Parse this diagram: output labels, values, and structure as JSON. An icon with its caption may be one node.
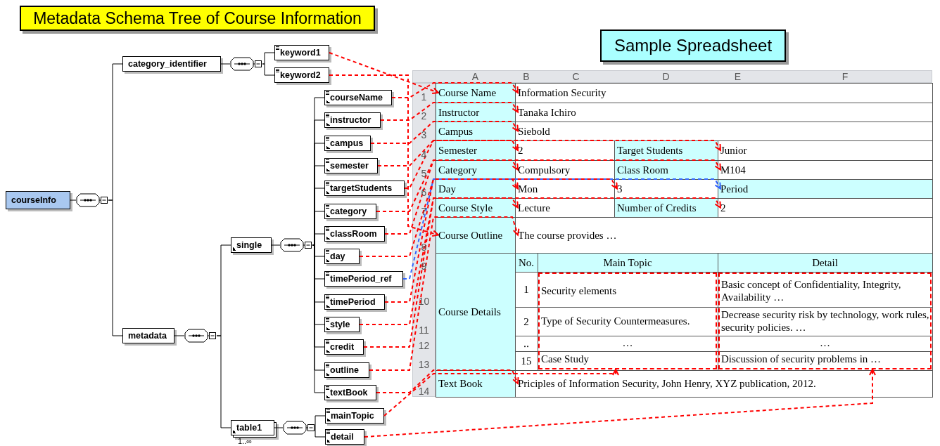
{
  "diagram": {
    "nodes": [
      {
        "text": [
          "Metadata Schema Tree of Course Information"
        ]
      },
      {
        "text": [
          "Sample Spreadsheet"
        ]
      },
      {
        "text": [
          "courseInfo"
        ]
      },
      {
        "text": [],
        "shape": "octagon"
      },
      {
        "text": [
          "category_identifier"
        ]
      },
      {
        "text": [],
        "shape": "octagon"
      },
      {
        "text": [
          "keyword1"
        ]
      },
      {
        "text": [
          "keyword2"
        ]
      },
      {
        "text": [
          "metadata"
        ]
      },
      {
        "text": [],
        "shape": "octagon"
      },
      {
        "text": [
          "single"
        ]
      },
      {
        "text": [],
        "shape": "octagon"
      },
      {
        "text": [
          "courseName"
        ]
      },
      {
        "text": [
          "instructor"
        ]
      },
      {
        "text": [
          "campus"
        ]
      },
      {
        "text": [
          "semester"
        ]
      },
      {
        "text": [
          "targetStudents"
        ]
      },
      {
        "text": [
          "category"
        ]
      },
      {
        "text": [
          "classRoom"
        ]
      },
      {
        "text": [
          "day"
        ]
      },
      {
        "text": [
          "timePeriod_ref"
        ]
      },
      {
        "text": [
          "timePeriod"
        ]
      },
      {
        "text": [
          "style"
        ]
      },
      {
        "text": [
          "credit"
        ]
      },
      {
        "text": [
          "outline"
        ]
      },
      {
        "text": [
          "textBook"
        ]
      },
      {
        "text": [
          "table1"
        ],
        "beside": [
          "1..∞"
        ]
      },
      {
        "text": [],
        "shape": "octagon"
      },
      {
        "text": [
          "mainTopic"
        ]
      },
      {
        "text": [
          "detail"
        ]
      },
      {
        "text": [
          "Course Name"
        ]
      },
      {
        "text": [
          "Information Security"
        ]
      },
      {
        "text": [
          "Instructor"
        ]
      },
      {
        "text": [
          "Tanaka Ichiro"
        ]
      },
      {
        "text": [
          "Campus"
        ]
      },
      {
        "text": [
          "Siebold"
        ]
      },
      {
        "text": [
          "Semester"
        ]
      },
      {
        "text": [
          "2"
        ]
      },
      {
        "text": [
          "Target Students"
        ]
      },
      {
        "text": [
          "Junior"
        ]
      },
      {
        "text": [
          "Category"
        ]
      },
      {
        "text": [
          "Compulsory"
        ]
      },
      {
        "text": [
          "Class Room"
        ]
      },
      {
        "text": [
          "M104"
        ]
      },
      {
        "text": [
          "Day"
        ]
      },
      {
        "text": [
          "Mon"
        ]
      },
      {
        "text": [
          "3"
        ]
      },
      {
        "text": [
          "Period"
        ]
      },
      {
        "text": [
          "Course Style"
        ]
      },
      {
        "text": [
          "Lecture"
        ]
      },
      {
        "text": [
          "Number of Credits"
        ]
      },
      {
        "text": [
          "2"
        ]
      },
      {
        "text": [
          "Course Outline"
        ]
      },
      {
        "text": [
          "The course provides …"
        ]
      },
      {
        "text": [
          "Course Details"
        ]
      },
      {
        "text": [
          "No."
        ]
      },
      {
        "text": [
          "Main Topic"
        ]
      },
      {
        "text": [
          "Detail"
        ]
      },
      {
        "text": [],
        "shape": "box"
      },
      {
        "text": [],
        "shape": "box"
      },
      {
        "text": [
          "1"
        ]
      },
      {
        "text": [
          "Security elements"
        ],
        "in": 58
      },
      {
        "text": [
          "Basic concept of Confidentiality, Integrity, Availability …"
        ],
        "in": 59
      },
      {
        "text": [
          "2"
        ]
      },
      {
        "text": [
          "Type of Security Countermeasures."
        ],
        "in": 58
      },
      {
        "text": [
          "Decrease security risk by technology, work rules, security policies. …"
        ],
        "in": 59
      },
      {
        "text": [
          "‥"
        ]
      },
      {
        "text": [
          "…"
        ],
        "in": 58
      },
      {
        "text": [
          "…"
        ],
        "in": 59
      },
      {
        "text": [
          "15"
        ]
      },
      {
        "text": [
          "Case Study"
        ],
        "in": 58
      },
      {
        "text": [
          "Discussion of security problems in …"
        ],
        "in": 59
      },
      {
        "text": [
          "Text Book"
        ]
      },
      {
        "text": [
          "Priciples of Information Security, John Henry, XYZ publication, 2012."
        ]
      }
    ],
    "edges": [
      {
        "from": 2,
        "to": 3,
        "arrow": "none"
      },
      {
        "from": 3,
        "to": 4,
        "arrow": "none"
      },
      {
        "from": 3,
        "to": 8,
        "arrow": "none"
      },
      {
        "from": 4,
        "to": 5,
        "arrow": "none"
      },
      {
        "from": 5,
        "to": 6,
        "arrow": "none"
      },
      {
        "from": 5,
        "to": 7,
        "arrow": "none"
      },
      {
        "from": 8,
        "to": 9,
        "arrow": "none"
      },
      {
        "from": 9,
        "to": 10,
        "arrow": "none"
      },
      {
        "from": 9,
        "to": 26,
        "arrow": "none"
      },
      {
        "from": 10,
        "to": 11,
        "arrow": "none"
      },
      {
        "from": 11,
        "to": 12,
        "arrow": "none"
      },
      {
        "from": 11,
        "to": 13,
        "arrow": "none"
      },
      {
        "from": 11,
        "to": 14,
        "arrow": "none"
      },
      {
        "from": 11,
        "to": 15,
        "arrow": "none"
      },
      {
        "from": 11,
        "to": 16,
        "arrow": "none"
      },
      {
        "from": 11,
        "to": 17,
        "arrow": "none"
      },
      {
        "from": 11,
        "to": 18,
        "arrow": "none"
      },
      {
        "from": 11,
        "to": 19,
        "arrow": "none"
      },
      {
        "from": 11,
        "to": 20,
        "arrow": "none"
      },
      {
        "from": 11,
        "to": 21,
        "arrow": "none"
      },
      {
        "from": 11,
        "to": 22,
        "arrow": "none"
      },
      {
        "from": 11,
        "to": 23,
        "arrow": "none"
      },
      {
        "from": 11,
        "to": 24,
        "arrow": "none"
      },
      {
        "from": 11,
        "to": 25,
        "arrow": "none"
      },
      {
        "from": 26,
        "to": 27,
        "arrow": "none"
      },
      {
        "from": 27,
        "to": 28,
        "arrow": "none"
      },
      {
        "from": 27,
        "to": 29,
        "arrow": "none"
      },
      {
        "from": 6,
        "to": 30,
        "arrow": "to",
        "style": "dashed",
        "color": "#ff0000"
      },
      {
        "from": 7,
        "to": 52,
        "arrow": "to",
        "style": "dashed",
        "color": "#ff0000"
      },
      {
        "from": 12,
        "to": 31,
        "arrow": "to",
        "style": "dashed",
        "color": "#ff0000"
      },
      {
        "from": 13,
        "to": 33,
        "arrow": "to",
        "style": "dashed",
        "color": "#ff0000"
      },
      {
        "from": 14,
        "to": 35,
        "arrow": "to",
        "style": "dashed",
        "color": "#ff0000"
      },
      {
        "from": 15,
        "to": 37,
        "arrow": "to",
        "style": "dashed",
        "color": "#ff0000"
      },
      {
        "from": 16,
        "to": 39,
        "arrow": "to",
        "style": "dashed",
        "color": "#ff0000"
      },
      {
        "from": 17,
        "to": 41,
        "arrow": "to",
        "style": "dashed",
        "color": "#ff0000"
      },
      {
        "from": 18,
        "to": 43,
        "arrow": "to",
        "style": "dashed",
        "color": "#ff0000"
      },
      {
        "from": 19,
        "to": 45,
        "arrow": "to",
        "style": "dashed",
        "color": "#ff0000"
      },
      {
        "from": 20,
        "to": 47,
        "arrow": "to",
        "style": "dashed",
        "color": "#3366ff"
      },
      {
        "from": 21,
        "to": 46,
        "arrow": "to",
        "style": "dashed",
        "color": "#ff0000"
      },
      {
        "from": 22,
        "to": 49,
        "arrow": "to",
        "style": "dashed",
        "color": "#ff0000"
      },
      {
        "from": 23,
        "to": 51,
        "arrow": "to",
        "style": "dashed",
        "color": "#ff0000"
      },
      {
        "from": 24,
        "to": 53,
        "arrow": "to",
        "style": "dashed",
        "color": "#ff0000"
      },
      {
        "from": 25,
        "to": 73,
        "arrow": "to",
        "style": "dashed",
        "color": "#ff0000"
      },
      {
        "from": 28,
        "to": 58,
        "arrow": "to",
        "style": "dashed",
        "color": "#ff0000"
      },
      {
        "from": 29,
        "to": 59,
        "arrow": "to",
        "style": "dashed",
        "color": "#ff0000"
      }
    ],
    "labels": [
      "A",
      "B",
      "C",
      "D",
      "E",
      "F",
      "1",
      "2",
      "3",
      "4",
      "5",
      "6",
      "7",
      "8",
      "9",
      "10",
      "11",
      "12",
      "13",
      "14"
    ]
  }
}
